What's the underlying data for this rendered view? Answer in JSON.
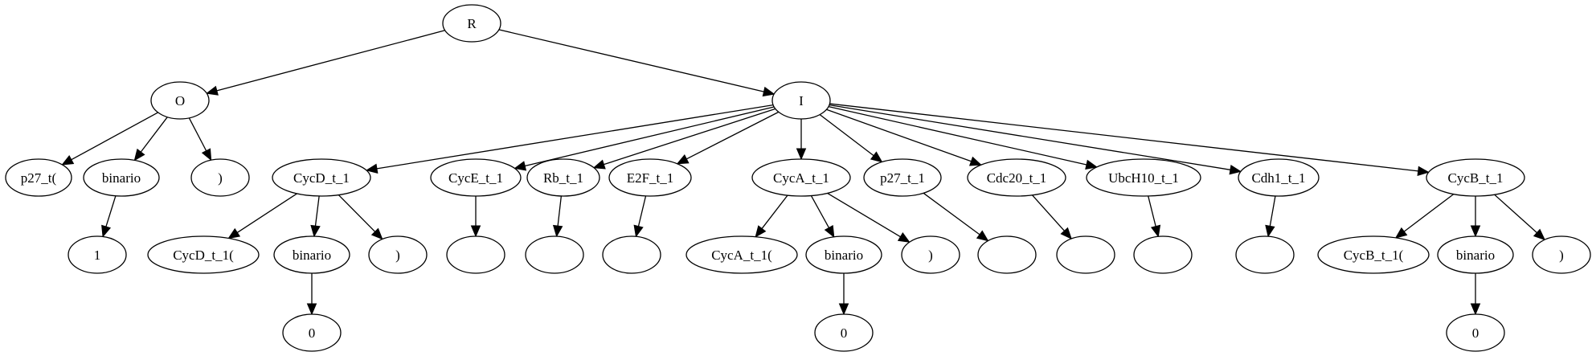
{
  "diagram": {
    "nodes": [
      {
        "id": "R",
        "label": "R"
      },
      {
        "id": "O",
        "label": "O"
      },
      {
        "id": "I",
        "label": "I"
      },
      {
        "id": "p27_t_open",
        "label": "p27_t("
      },
      {
        "id": "O_binario",
        "label": "binario"
      },
      {
        "id": "O_close",
        "label": ")"
      },
      {
        "id": "O_one",
        "label": "1"
      },
      {
        "id": "CycD_t_1",
        "label": "CycD_t_1"
      },
      {
        "id": "CycE_t_1",
        "label": "CycE_t_1"
      },
      {
        "id": "Rb_t_1",
        "label": "Rb_t_1"
      },
      {
        "id": "E2F_t_1",
        "label": "E2F_t_1"
      },
      {
        "id": "CycA_t_1",
        "label": "CycA_t_1"
      },
      {
        "id": "p27_t_1",
        "label": "p27_t_1"
      },
      {
        "id": "Cdc20_t_1",
        "label": "Cdc20_t_1"
      },
      {
        "id": "UbcH10_t_1",
        "label": "UbcH10_t_1"
      },
      {
        "id": "Cdh1_t_1",
        "label": "Cdh1_t_1"
      },
      {
        "id": "CycB_t_1",
        "label": "CycB_t_1"
      },
      {
        "id": "CycD_open",
        "label": "CycD_t_1("
      },
      {
        "id": "CycD_binario",
        "label": "binario"
      },
      {
        "id": "CycD_close",
        "label": ")"
      },
      {
        "id": "CycD_zero",
        "label": "0"
      },
      {
        "id": "CycE_leaf",
        "label": ""
      },
      {
        "id": "Rb_leaf",
        "label": ""
      },
      {
        "id": "E2F_leaf",
        "label": ""
      },
      {
        "id": "CycA_open",
        "label": "CycA_t_1("
      },
      {
        "id": "CycA_binario",
        "label": "binario"
      },
      {
        "id": "CycA_close",
        "label": ")"
      },
      {
        "id": "CycA_zero",
        "label": "0"
      },
      {
        "id": "p27_leaf",
        "label": ""
      },
      {
        "id": "Cdc20_leaf",
        "label": ""
      },
      {
        "id": "UbcH10_leaf",
        "label": ""
      },
      {
        "id": "Cdh1_leaf",
        "label": ""
      },
      {
        "id": "CycB_open",
        "label": "CycB_t_1("
      },
      {
        "id": "CycB_binario",
        "label": "binario"
      },
      {
        "id": "CycB_close",
        "label": ")"
      },
      {
        "id": "CycB_zero",
        "label": "0"
      }
    ],
    "edges": [
      [
        "R",
        "O"
      ],
      [
        "R",
        "I"
      ],
      [
        "O",
        "p27_t_open"
      ],
      [
        "O",
        "O_binario"
      ],
      [
        "O",
        "O_close"
      ],
      [
        "O_binario",
        "O_one"
      ],
      [
        "I",
        "CycD_t_1"
      ],
      [
        "I",
        "CycE_t_1"
      ],
      [
        "I",
        "Rb_t_1"
      ],
      [
        "I",
        "E2F_t_1"
      ],
      [
        "I",
        "CycA_t_1"
      ],
      [
        "I",
        "p27_t_1"
      ],
      [
        "I",
        "Cdc20_t_1"
      ],
      [
        "I",
        "UbcH10_t_1"
      ],
      [
        "I",
        "Cdh1_t_1"
      ],
      [
        "I",
        "CycB_t_1"
      ],
      [
        "CycD_t_1",
        "CycD_open"
      ],
      [
        "CycD_t_1",
        "CycD_binario"
      ],
      [
        "CycD_t_1",
        "CycD_close"
      ],
      [
        "CycD_binario",
        "CycD_zero"
      ],
      [
        "CycE_t_1",
        "CycE_leaf"
      ],
      [
        "Rb_t_1",
        "Rb_leaf"
      ],
      [
        "E2F_t_1",
        "E2F_leaf"
      ],
      [
        "CycA_t_1",
        "CycA_open"
      ],
      [
        "CycA_t_1",
        "CycA_binario"
      ],
      [
        "CycA_t_1",
        "CycA_close"
      ],
      [
        "CycA_binario",
        "CycA_zero"
      ],
      [
        "p27_t_1",
        "p27_leaf"
      ],
      [
        "Cdc20_t_1",
        "Cdc20_leaf"
      ],
      [
        "UbcH10_t_1",
        "UbcH10_leaf"
      ],
      [
        "Cdh1_t_1",
        "Cdh1_leaf"
      ],
      [
        "CycB_t_1",
        "CycB_open"
      ],
      [
        "CycB_t_1",
        "CycB_binario"
      ],
      [
        "CycB_t_1",
        "CycB_close"
      ],
      [
        "CycB_binario",
        "CycB_zero"
      ]
    ]
  }
}
